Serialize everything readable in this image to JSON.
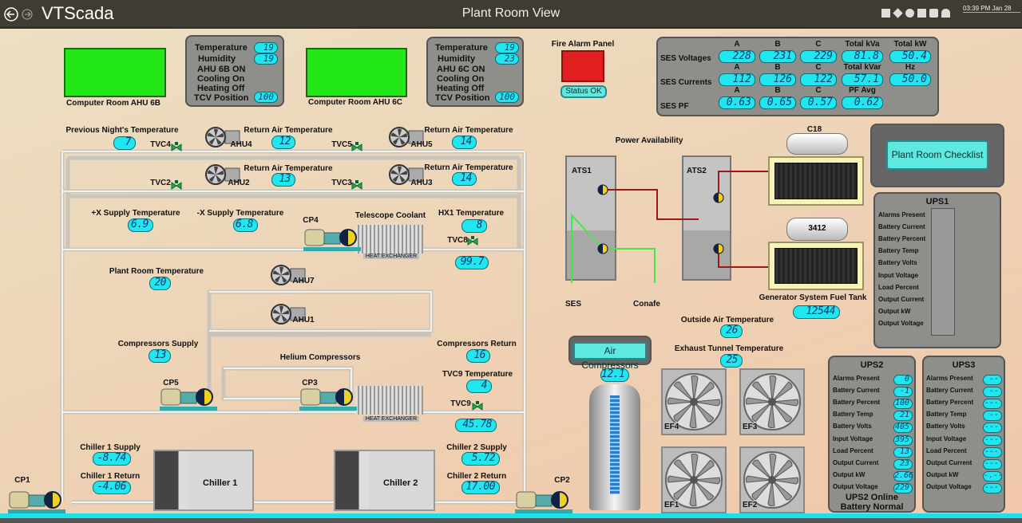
{
  "header": {
    "logo": "VTScada",
    "title": "Plant Room View",
    "time": "03:39 PM",
    "date": "Jan 28",
    "icons": [
      "back-arrow-icon",
      "forward-arrow-icon",
      "chart-icon",
      "tag-icon",
      "gear-icon",
      "report-icon",
      "printer-icon",
      "alarm-bell-icon"
    ]
  },
  "ahu_6b": {
    "name": "Computer Room AHU 6B",
    "temperature_label": "Temperature",
    "temperature": "19",
    "humidity_label": "Humidity",
    "humidity": "19",
    "status": "AHU 6B ON",
    "cooling": "Cooling On",
    "heating": "Heating Off",
    "tcv_label": "TCV Position",
    "tcv": "100"
  },
  "ahu_6c": {
    "name": "Computer Room AHU 6C",
    "temperature_label": "Temperature",
    "temperature": "19",
    "humidity_label": "Humidity",
    "humidity": "23",
    "status": "AHU 6C ON",
    "cooling": "Cooling On",
    "heating": "Heating Off",
    "tcv_label": "TCV Position",
    "tcv": "100"
  },
  "fire_alarm": {
    "label": "Fire Alarm Panel",
    "status": "Status OK",
    "color": "#e02020"
  },
  "ses": {
    "voltages_label": "SES Voltages",
    "currents_label": "SES Currents",
    "pf_label": "SES PF",
    "headers_v": [
      "A",
      "B",
      "C",
      "Total kVa",
      "Total kW"
    ],
    "voltages": [
      "228",
      "231",
      "229",
      "81.8",
      "50.4"
    ],
    "headers_c": [
      "A",
      "B",
      "C",
      "Total kVar",
      "Hz"
    ],
    "currents": [
      "112",
      "126",
      "122",
      "57.1",
      "50.0"
    ],
    "headers_pf": [
      "A",
      "B",
      "C",
      "PF Avg"
    ],
    "pf": [
      "0.63",
      "0.65",
      "0.57",
      "0.62"
    ]
  },
  "checklist": {
    "label": "Plant Room Checklist"
  },
  "ups1": {
    "title": "UPS1",
    "labels": [
      "Alarms Present",
      "Battery Current",
      "Battery Percent",
      "Battery Temp",
      "Battery Volts",
      "Input Voltage",
      "Load Percent",
      "Output Current",
      "Output kW",
      "Output Voltage"
    ]
  },
  "ups2": {
    "title": "UPS2",
    "labels": [
      "Alarms Present",
      "Battery Current",
      "Battery Percent",
      "Battery Temp",
      "Battery Volts",
      "Input Voltage",
      "Load Percent",
      "Output Current",
      "Output kW",
      "Output Voltage"
    ],
    "values": [
      "0",
      "-1",
      "100",
      "21",
      "405",
      "395",
      "13",
      "23",
      "2.66",
      "229"
    ],
    "status1": "UPS2 Online",
    "status2": "Battery Normal"
  },
  "ups3": {
    "title": "UPS3",
    "labels": [
      "Alarms Present",
      "Battery Current",
      "Battery Percent",
      "Battery Temp",
      "Battery Volts",
      "Input Voltage",
      "Load Percent",
      "Output Current",
      "Output kW",
      "Output Voltage"
    ],
    "values": [
      "--",
      "--",
      "---",
      "--",
      "---",
      "---",
      "---",
      "---",
      "-.--",
      "---"
    ]
  },
  "power": {
    "title": "Power Availability",
    "ats1": "ATS1",
    "ats2": "ATS2",
    "gen1": "C18",
    "gen2": "3412",
    "ses": "SES",
    "conafe": "Conafe",
    "fuel_label": "Generator System Fuel Tank",
    "fuel": "12544",
    "live_color": "#44e844",
    "gen_color": "#9a1a1a"
  },
  "outside_air": {
    "label": "Outside Air Temperature",
    "value": "26"
  },
  "exhaust": {
    "label": "Exhaust Tunnel Temperature",
    "value": "25"
  },
  "air_compressors": {
    "label": "Air Compressors",
    "value": "12.1"
  },
  "fans": [
    "EF4",
    "EF3",
    "EF1",
    "EF2"
  ],
  "hvac": {
    "prev_night_label": "Previous Night's Temperature",
    "prev_night": "7",
    "tvc4": "TVC4",
    "tvc5": "TVC5",
    "tvc2": "TVC2",
    "tvc3": "TVC3",
    "tvc8": "TVC8",
    "tvc9": "TVC9",
    "ahu4": "AHU4",
    "ahu5": "AHU5",
    "ahu2": "AHU2",
    "ahu3": "AHU3",
    "ahu7": "AHU7",
    "ahu1": "AHU1",
    "rat_label": "Return Air Temperature",
    "rat_ahu4": "12",
    "rat_ahu5": "14",
    "rat_ahu2": "13",
    "rat_ahu3": "14",
    "xplus_label": "+X Supply Temperature",
    "xplus": "6.9",
    "xminus_label": "-X Supply Temperature",
    "xminus": "6.8",
    "cp4": "CP4",
    "telescope": "Telescope Coolant",
    "hx": "HEAT EXCHANGER",
    "hx1_label": "HX1 Temperature",
    "hx1": "8",
    "tvc8_value": "99.7",
    "plant_room_label": "Plant Room Temperature",
    "plant_room": "20",
    "comp_supply_label": "Compressors Supply",
    "comp_supply": "13",
    "helium": "Helium Compressors",
    "comp_return_label": "Compressors Return",
    "comp_return": "16",
    "tvc9_temp_label": "TVC9 Temperature",
    "tvc9_temp": "4",
    "tvc9_value": "45.78",
    "cp5": "CP5",
    "cp3": "CP3",
    "cp1": "CP1",
    "cp2": "CP2",
    "chiller1": "Chiller 1",
    "chiller2": "Chiller 2",
    "ch1_supply_label": "Chiller 1 Supply",
    "ch1_supply": "-8.74",
    "ch1_return_label": "Chiller 1 Return",
    "ch1_return": "-4.06",
    "ch2_supply_label": "Chiller 2 Supply",
    "ch2_supply": "5.72",
    "ch2_return_label": "Chiller 2 Return",
    "ch2_return": "17.00"
  },
  "colors": {
    "readout": "#20e6ee",
    "panel": "#8e8e8a",
    "ahu_green": "#22e81a",
    "valve_green": "#22aa44"
  }
}
